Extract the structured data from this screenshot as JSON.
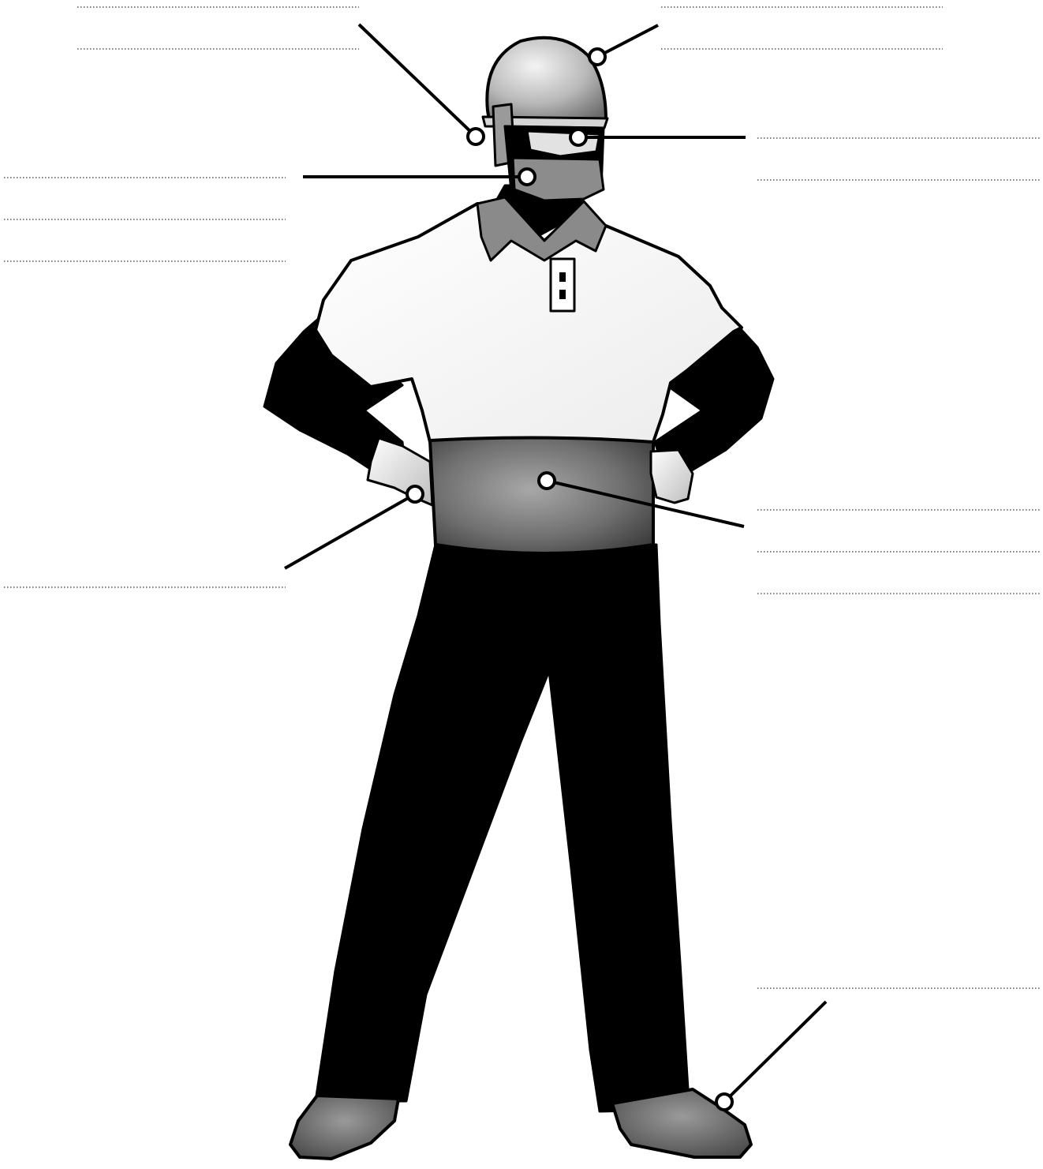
{
  "worksheet": {
    "labels": [
      {
        "id": "ear-protection",
        "text": "",
        "blank_lines": 2
      },
      {
        "id": "hard-hat",
        "text": "",
        "blank_lines": 2
      },
      {
        "id": "safety-glasses",
        "text": "",
        "blank_lines": 2
      },
      {
        "id": "respirator",
        "text": "",
        "blank_lines": 3
      },
      {
        "id": "gloves",
        "text": "",
        "blank_lines": 1
      },
      {
        "id": "back-support-belt",
        "text": "",
        "blank_lines": 3
      },
      {
        "id": "safety-boots",
        "text": "",
        "blank_lines": 1
      }
    ]
  },
  "palette": {
    "ink": "#000000",
    "shirt": "#ffffff",
    "belt": "#7a7a7a",
    "boots": "#5e5e5e",
    "helmet": "#bdbdbd",
    "dotted_line": "#555555"
  }
}
